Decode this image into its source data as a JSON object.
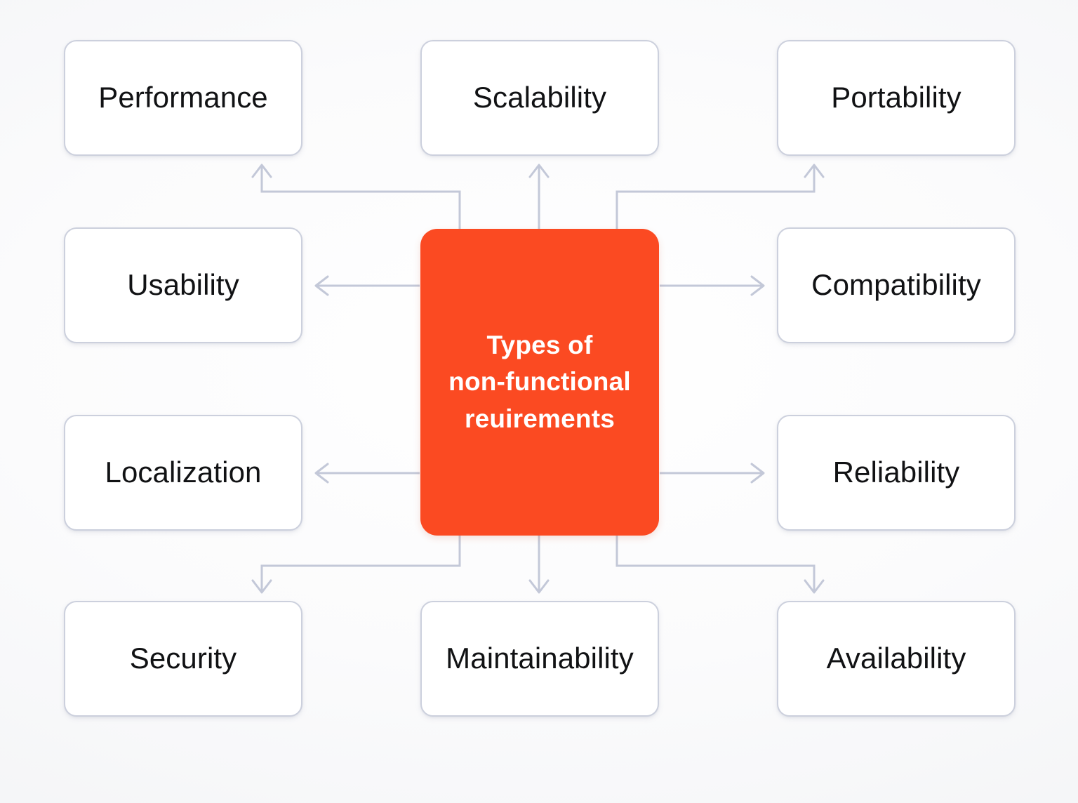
{
  "diagram": {
    "title": "Types of non-functional reuirements",
    "center": {
      "label": "Types of\nnon-functional\nreuirements",
      "color": "#fb4a22",
      "text_color": "#ffffff"
    },
    "colors": {
      "background": "#f4f5f7",
      "node_fill": "#ffffff",
      "node_border": "#ccd0dd",
      "node_text": "#111214",
      "connector": "#c3c8d8",
      "accent": "#fb4a22"
    },
    "connector_style": {
      "type": "orthogonal-elbow",
      "arrowhead": "open-chevron",
      "stroke_width": 3
    },
    "nodes": [
      {
        "id": "performance",
        "label": "Performance",
        "column": "left",
        "row": "top",
        "direction": "up-left"
      },
      {
        "id": "scalability",
        "label": "Scalability",
        "column": "center",
        "row": "top",
        "direction": "up"
      },
      {
        "id": "portability",
        "label": "Portability",
        "column": "right",
        "row": "top",
        "direction": "up-right"
      },
      {
        "id": "usability",
        "label": "Usability",
        "column": "left",
        "row": "upmid",
        "direction": "left"
      },
      {
        "id": "compatibility",
        "label": "Compatibility",
        "column": "right",
        "row": "upmid",
        "direction": "right"
      },
      {
        "id": "localization",
        "label": "Localization",
        "column": "left",
        "row": "lowmid",
        "direction": "left"
      },
      {
        "id": "reliability",
        "label": "Reliability",
        "column": "right",
        "row": "lowmid",
        "direction": "right"
      },
      {
        "id": "security",
        "label": "Security",
        "column": "left",
        "row": "bottom",
        "direction": "down-left"
      },
      {
        "id": "maintainability",
        "label": "Maintainability",
        "column": "center",
        "row": "bottom",
        "direction": "down"
      },
      {
        "id": "availability",
        "label": "Availability",
        "column": "right",
        "row": "bottom",
        "direction": "down-right"
      }
    ]
  }
}
